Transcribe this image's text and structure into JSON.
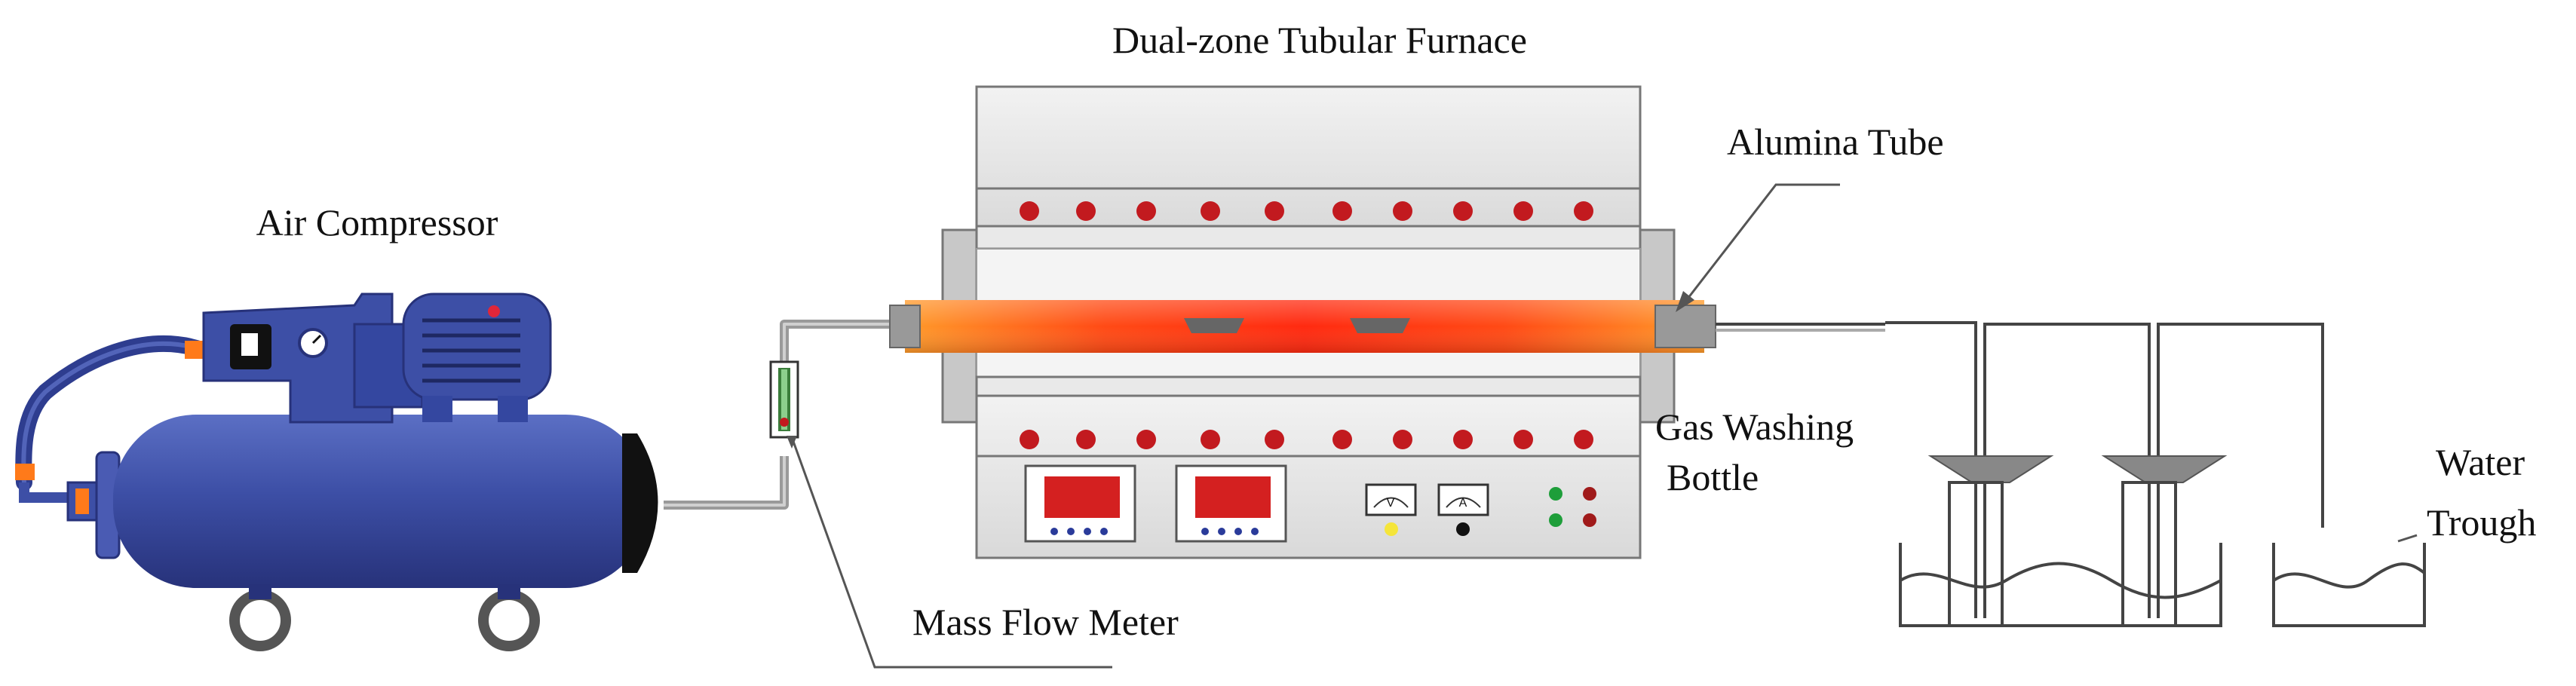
{
  "labels": {
    "furnace": "Dual-zone Tubular Furnace",
    "compressor": "Air Compressor",
    "alumina_tube": "Alumina Tube",
    "gas_washing_line1": "Gas Washing",
    "gas_washing_line2": "Bottle",
    "water_trough_line1": "Water",
    "water_trough_line2": "Trough",
    "mass_flow_meter": "Mass Flow Meter"
  },
  "colors": {
    "compressor_body": "#3d4fa6",
    "compressor_dark": "#27327a",
    "heater_dot": "#c21a1f",
    "tube_hot": "#ff3a12",
    "tube_warm": "#ff7a20",
    "furnace_panel": "#e6e6e6",
    "display_red": "#d42020",
    "pipe": "#8a8a8a",
    "hose_orange": "#ff7a1a"
  },
  "icons": {
    "left_meter": "voltmeter-icon",
    "right_meter": "ammeter-icon",
    "meter_glyph_left": "V",
    "meter_glyph_right": "A"
  }
}
